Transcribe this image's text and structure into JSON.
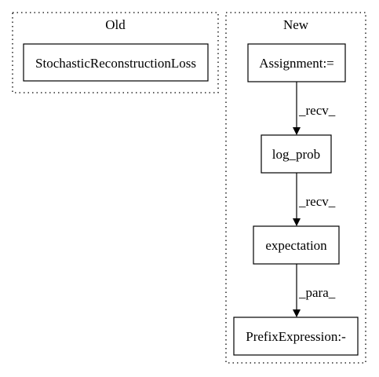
{
  "clusters": {
    "old": {
      "title": "Old"
    },
    "new": {
      "title": "New"
    }
  },
  "nodes": {
    "stochastic_reconstruction_loss": "StochasticReconstructionLoss",
    "assignment": "Assignment:=",
    "log_prob": "log_prob",
    "expectation": "expectation",
    "prefix_expression": "PrefixExpression:-"
  },
  "edges": {
    "assignment_to_log_prob": "_recv_",
    "log_prob_to_expectation": "_recv_",
    "expectation_to_prefix_expression": "_para_"
  },
  "colors": {
    "stroke": "#000000",
    "background": "#ffffff"
  }
}
